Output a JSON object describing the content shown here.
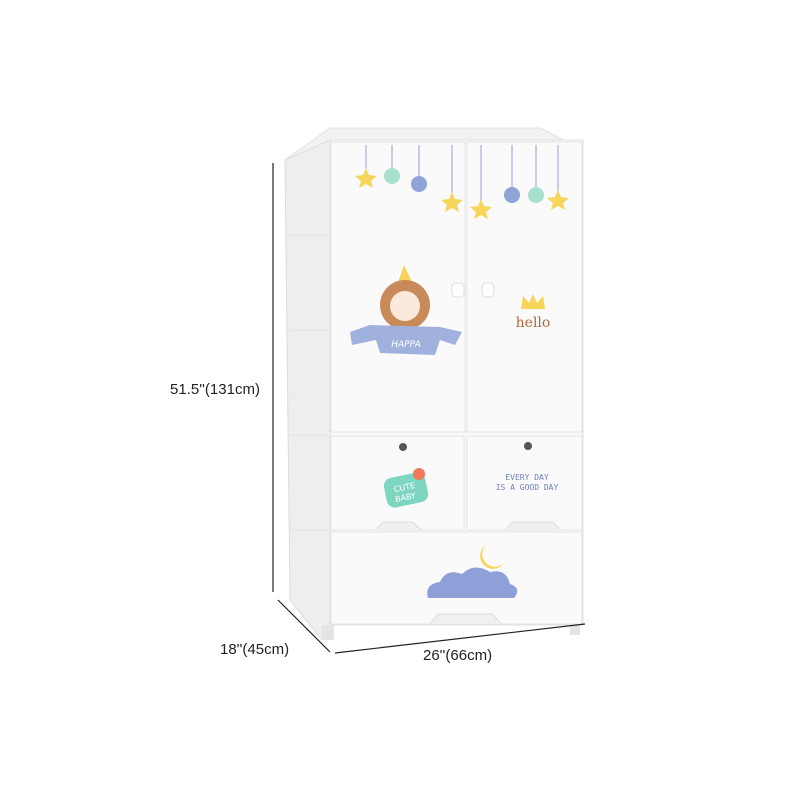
{
  "dimensions": {
    "height": "51.5''(131cm)",
    "depth": "18''(45cm)",
    "width": "26''(66cm)"
  },
  "decals": {
    "banner": "HAPPA",
    "hello": "hello",
    "cute_line1": "CUTE",
    "cute_line2": "BABY",
    "motto_line1": "EVERY DAY",
    "motto_line2": "IS A GOOD DAY"
  },
  "colors": {
    "cabinet": "#f7f7f7",
    "banner": "#9fb1dc",
    "lion": "#c98a5a",
    "star": "#f6d55a",
    "mint": "#7fd6c0",
    "cloud": "#8f9fd8",
    "text": "#222222"
  }
}
